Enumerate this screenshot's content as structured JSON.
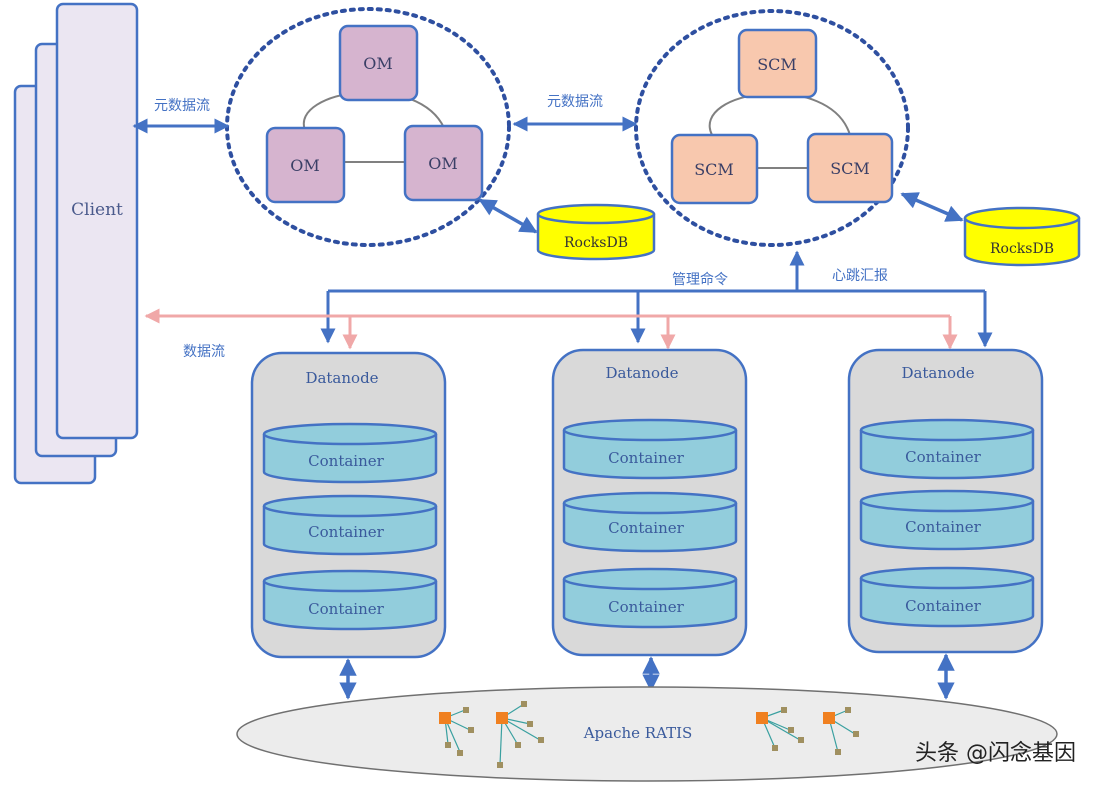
{
  "client": {
    "label": "Client"
  },
  "om": {
    "nodes": [
      "OM",
      "OM",
      "OM"
    ]
  },
  "scm": {
    "nodes": [
      "SCM",
      "SCM",
      "SCM"
    ]
  },
  "rocksdb": {
    "om_label": "RocksDB",
    "scm_label": "RocksDB"
  },
  "labels": {
    "client_om_flow": "元数据流",
    "om_scm_flow": "元数据流",
    "management_cmd": "管理命令",
    "heartbeat": "心跳汇报",
    "data_flow": "数据流"
  },
  "datanodes": [
    {
      "title": "Datanode",
      "containers": [
        "Container",
        "Container",
        "Container"
      ]
    },
    {
      "title": "Datanode",
      "containers": [
        "Container",
        "Container",
        "Container"
      ]
    },
    {
      "title": "Datanode",
      "containers": [
        "Container",
        "Container",
        "Container"
      ]
    }
  ],
  "ratis": {
    "label": "Apache RATIS"
  },
  "watermark": "头条 @闪念基因",
  "colors": {
    "blue_arrow": "#4472c4",
    "pink_arrow": "#f0a8a8",
    "om_fill": "#d6b4cf",
    "scm_fill": "#f8c8ae",
    "rocksdb_fill": "#ffff00",
    "container_fill": "#92cddc",
    "datanode_fill": "#d9d9d9",
    "client_fill": "#ebe6f2",
    "dotted_circle": "#2e4fa0"
  }
}
